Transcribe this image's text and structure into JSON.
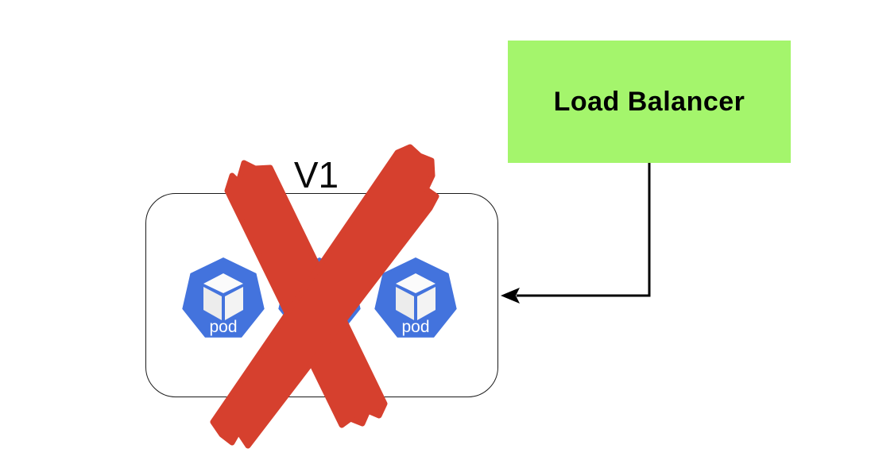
{
  "load_balancer": {
    "label": "Load Balancer",
    "fill_color": "#a4f56c",
    "text_color": "#000000"
  },
  "deployment_group": {
    "version_label": "V1",
    "border_color": "#1a1a1a",
    "pods": [
      {
        "label": "pod"
      },
      {
        "label": "pod"
      },
      {
        "label": "pod"
      }
    ],
    "pod_fill": "#4373dd",
    "pod_label_color": "#ffffff",
    "cube_color": "#f2f2f2"
  },
  "annotations": {
    "cross_out": {
      "color": "#d6402e",
      "applies_to": "V1"
    }
  },
  "connector": {
    "from": "Load Balancer",
    "to": "V1",
    "color": "#000000"
  },
  "icons": {
    "pod_icon": "kubernetes-pod-heptagon",
    "cube_icon": "container-cube",
    "cross_icon": "hand-drawn-x-cross",
    "arrow_icon": "left-arrowhead"
  }
}
